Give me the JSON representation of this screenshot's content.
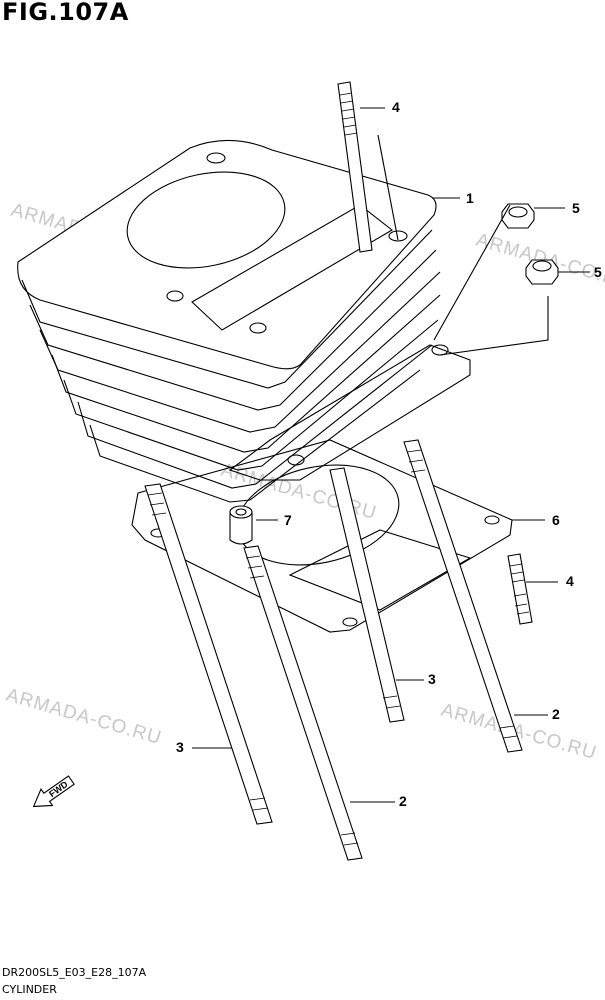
{
  "figure": {
    "title": "FIG.107A"
  },
  "footer": {
    "code": "DR200SL5_E03_E28_107A",
    "section": "CYLINDER"
  },
  "watermark": {
    "text": "ARMADA-CO.RU"
  },
  "fwd": {
    "label": "FWD"
  },
  "callouts": [
    "1",
    "2",
    "2",
    "3",
    "3",
    "4",
    "4",
    "5",
    "5",
    "6",
    "7"
  ]
}
